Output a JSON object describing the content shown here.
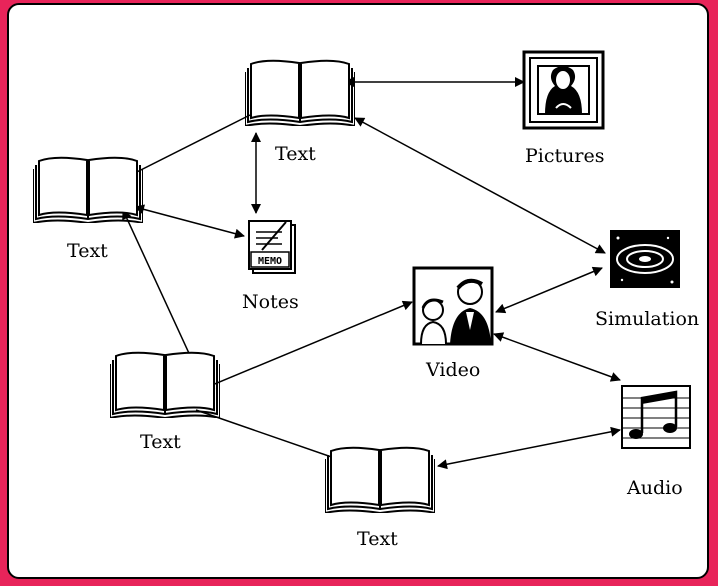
{
  "diagram": {
    "colors": {
      "frame": "#e8245a",
      "panel": "#ffffff",
      "ink": "#000000"
    },
    "nodes": {
      "text_top": {
        "label": "Text",
        "icon": "open-book-icon"
      },
      "text_left": {
        "label": "Text",
        "icon": "open-book-icon"
      },
      "notes": {
        "label": "Notes",
        "icon": "memo-icon"
      },
      "pictures": {
        "label": "Pictures",
        "icon": "framed-portrait-icon"
      },
      "simulation": {
        "label": "Simulation",
        "icon": "galaxy-icon"
      },
      "video": {
        "label": "Video",
        "icon": "video-people-icon"
      },
      "text_mid": {
        "label": "Text",
        "icon": "open-book-icon"
      },
      "audio": {
        "label": "Audio",
        "icon": "music-notes-icon"
      },
      "text_bottom": {
        "label": "Text",
        "icon": "open-book-icon"
      }
    },
    "memo_text": "MEMO",
    "links": [
      {
        "from": "text_top",
        "to": "text_left",
        "arrows": "end"
      },
      {
        "from": "text_top",
        "to": "pictures",
        "arrows": "both"
      },
      {
        "from": "text_top",
        "to": "notes",
        "arrows": "both"
      },
      {
        "from": "text_top",
        "to": "simulation",
        "arrows": "both"
      },
      {
        "from": "text_left",
        "to": "notes",
        "arrows": "both"
      },
      {
        "from": "text_left",
        "to": "text_mid",
        "arrows": "both"
      },
      {
        "from": "simulation",
        "to": "video",
        "arrows": "both"
      },
      {
        "from": "video",
        "to": "text_mid",
        "arrows": "both"
      },
      {
        "from": "video",
        "to": "audio",
        "arrows": "both"
      },
      {
        "from": "text_mid",
        "to": "text_bottom",
        "arrows": "end"
      },
      {
        "from": "audio",
        "to": "text_bottom",
        "arrows": "both"
      }
    ]
  }
}
